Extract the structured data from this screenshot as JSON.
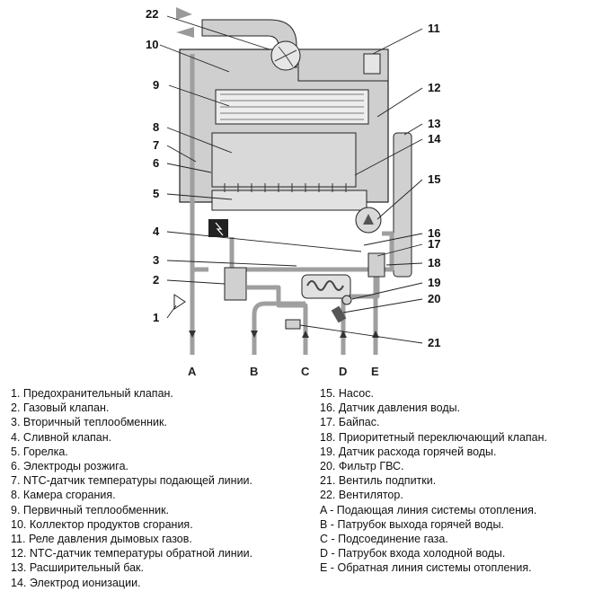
{
  "callouts": [
    "1",
    "2",
    "3",
    "4",
    "5",
    "6",
    "7",
    "8",
    "9",
    "10",
    "11",
    "12",
    "13",
    "14",
    "15",
    "16",
    "17",
    "18",
    "19",
    "20",
    "21",
    "22"
  ],
  "ports": [
    "A",
    "B",
    "C",
    "D",
    "E"
  ],
  "legend_left": [
    {
      "num": "1.",
      "text": "Предохранительный клапан."
    },
    {
      "num": "2.",
      "text": "Газовый клапан."
    },
    {
      "num": "3.",
      "text": "Вторичный теплообменник."
    },
    {
      "num": "4.",
      "text": "Сливной клапан."
    },
    {
      "num": "5.",
      "text": "Горелка."
    },
    {
      "num": "6.",
      "text": "Электроды розжига."
    },
    {
      "num": "7.",
      "text": "NTC-датчик температуры подающей линии."
    },
    {
      "num": "8.",
      "text": "Камера сгорания."
    },
    {
      "num": "9.",
      "text": "Первичный теплообменник."
    },
    {
      "num": "10.",
      "text": "Коллектор продуктов сгорания."
    },
    {
      "num": "11.",
      "text": "Реле давления дымовых газов."
    },
    {
      "num": "12.",
      "text": "NTC-датчик температуры обратной линии."
    },
    {
      "num": "13.",
      "text": "Расширительный бак."
    },
    {
      "num": "14.",
      "text": "Электрод ионизации."
    }
  ],
  "legend_right": [
    {
      "num": "15.",
      "text": "Насос."
    },
    {
      "num": "16.",
      "text": "Датчик давления воды."
    },
    {
      "num": "17.",
      "text": "Байпас."
    },
    {
      "num": "18.",
      "text": "Приоритетный переключающий клапан."
    },
    {
      "num": "19.",
      "text": "Датчик расхода горячей воды."
    },
    {
      "num": "20.",
      "text": "Фильтр ГВС."
    },
    {
      "num": "21.",
      "text": "Вентиль подпитки."
    },
    {
      "num": "22.",
      "text": "Вентилятор."
    },
    {
      "num": "A -",
      "text": "Подающая линия системы отопления."
    },
    {
      "num": "B -",
      "text": "Патрубок выхода горячей воды."
    },
    {
      "num": "C -",
      "text": "Подсоединение газа."
    },
    {
      "num": "D -",
      "text": "Патрубок входа холодной воды."
    },
    {
      "num": "E -",
      "text": "Обратная линия системы отопления."
    }
  ],
  "colors": {
    "casing": "#cfcfcf",
    "pipe": "#bdbdbd",
    "outline": "#222222",
    "arrow": "#9a9a9a"
  }
}
